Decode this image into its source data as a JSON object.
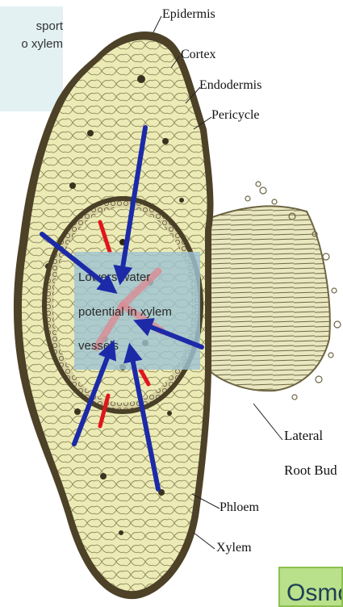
{
  "partial_box": {
    "lines": [
      "sport",
      "o xylem"
    ]
  },
  "labels": {
    "epidermis": "Epidermis",
    "cortex": "Cortex",
    "endodermis": "Endodermis",
    "pericycle": "Pericycle",
    "lateral": "Lateral",
    "root_bud": "Root Bud",
    "phloem": "Phloem",
    "xylem": "Xylem"
  },
  "center_box": {
    "lines": [
      "Lowers water",
      "potential in xylem",
      "vessels"
    ]
  },
  "green_box": {
    "text": "Osmo"
  },
  "colors": {
    "blue_arrow": "#1c2aa8",
    "red_marker": "#e0161c",
    "tissue": "#ece9b0"
  }
}
